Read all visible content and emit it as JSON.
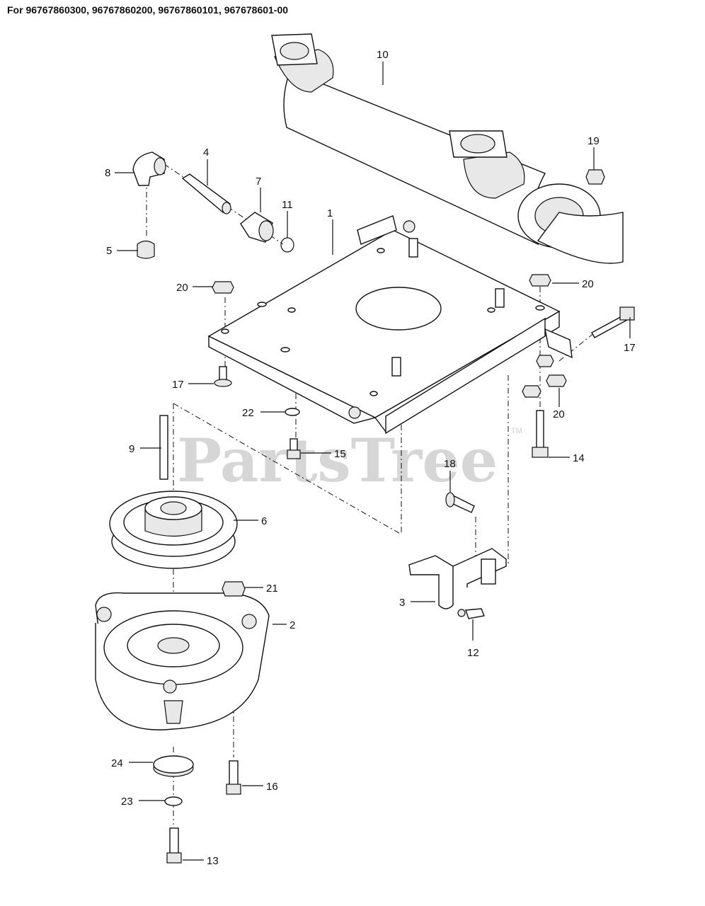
{
  "header": "For 96767860300, 96767860200, 96767860101, 967678601-00",
  "watermark": {
    "text": "PartsTree",
    "tm": "TM"
  },
  "callouts": [
    "1",
    "2",
    "3",
    "4",
    "5",
    "6",
    "7",
    "8",
    "9",
    "10",
    "11",
    "12",
    "13",
    "14",
    "15",
    "16",
    "17",
    "17",
    "18",
    "19",
    "20",
    "20",
    "20",
    "21",
    "22",
    "23",
    "24"
  ]
}
